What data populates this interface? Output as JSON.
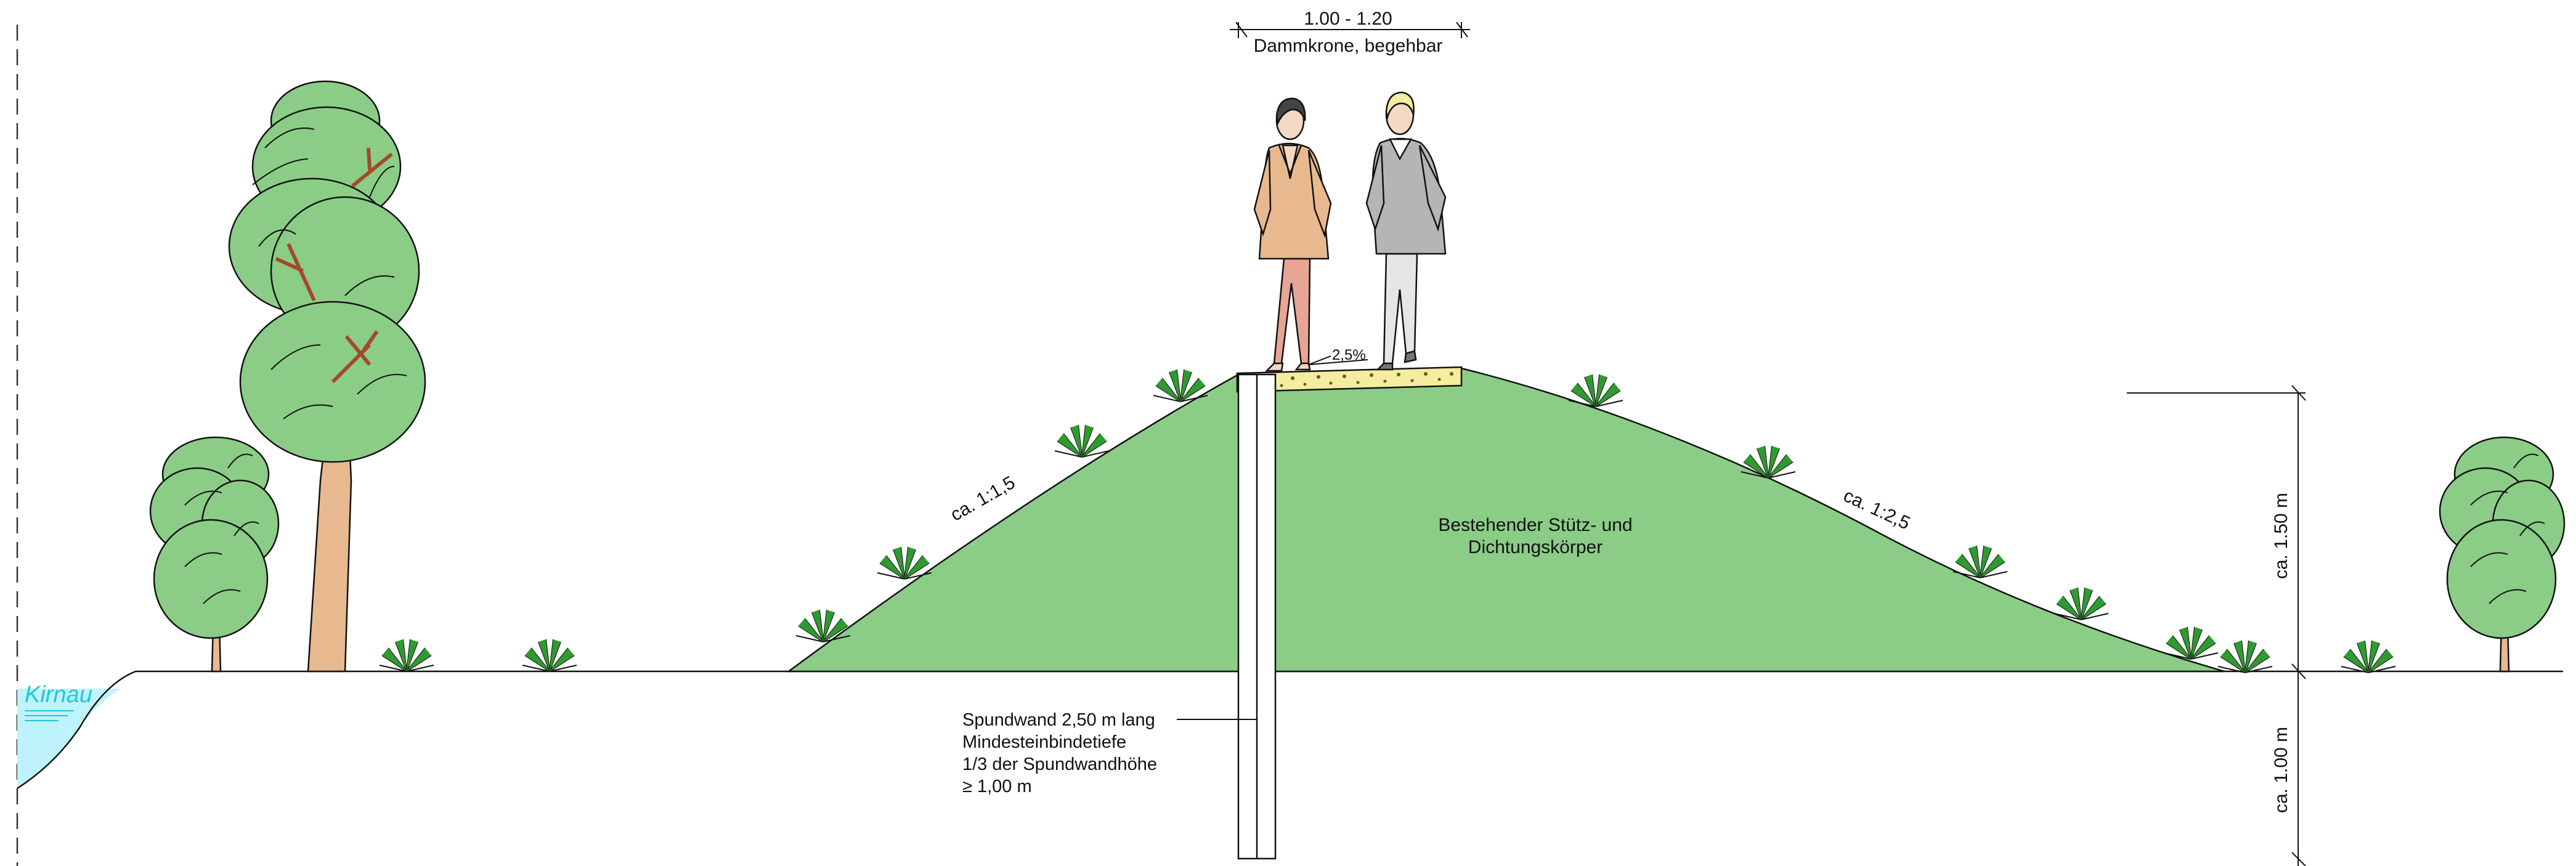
{
  "crest": {
    "width": "1.00 - 1.20",
    "label": "Dammkrone, begehbar",
    "slope": "2,5%"
  },
  "slopes": {
    "left": "ca. 1:1,5",
    "right": "ca. 1:2,5"
  },
  "body": {
    "line1": "Bestehender Stütz- und",
    "line2": "Dichtungskörper"
  },
  "sheet_pile": {
    "line1": "Spundwand 2,50 m lang",
    "line2": "Mindesteinbindetiefe",
    "line3": "1/3 der Spundwandhöhe",
    "line4": "≥ 1,00 m"
  },
  "dimensions": {
    "upper": "ca. 1.50 m",
    "lower": "ca. 1.00 m"
  },
  "river": "Kirnau",
  "colors": {
    "embankment": "#8bcd87",
    "tree_canopy": "#8bcd87",
    "trunk": "#e8b98e",
    "water": "#bff3fb",
    "river_label": "#22c7da",
    "gravel": "#f4ec9e"
  }
}
